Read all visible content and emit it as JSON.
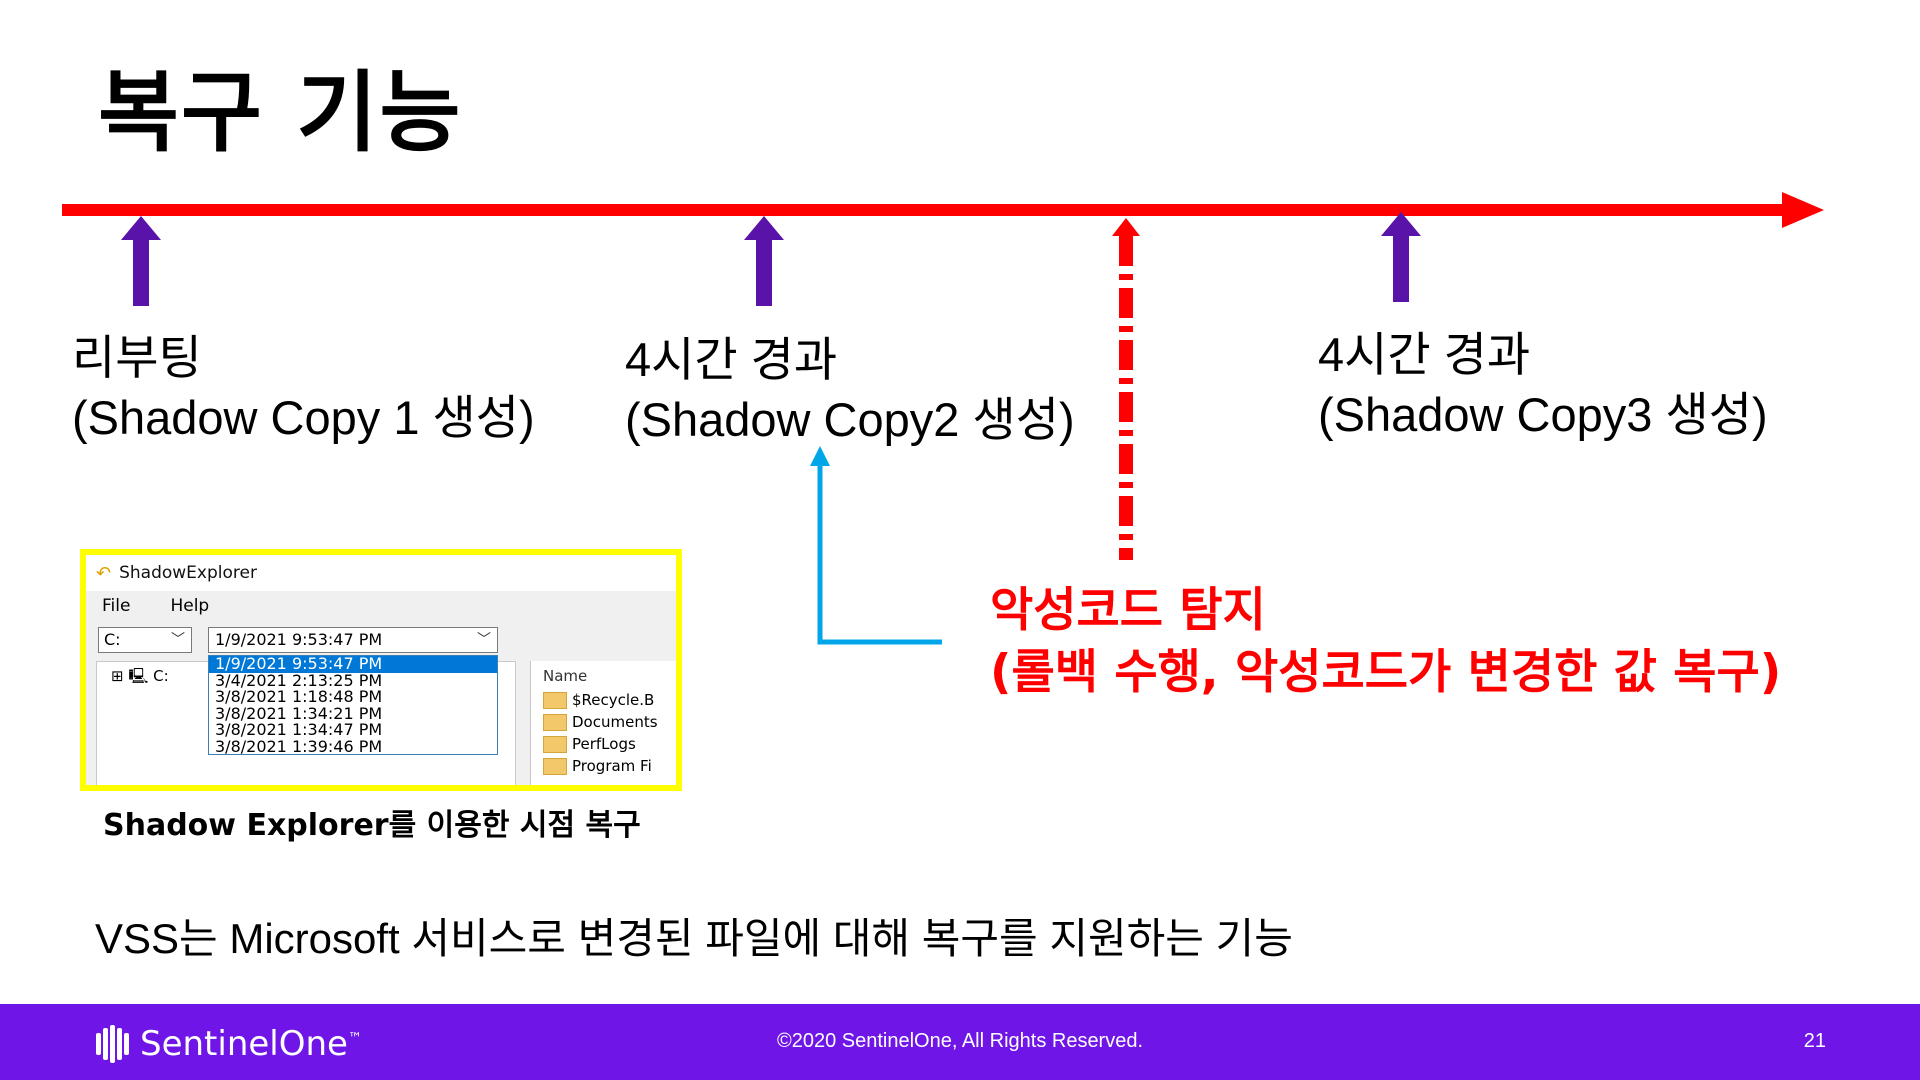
{
  "title": "복구 기능",
  "colors": {
    "timeline": "#ff0000",
    "marker": "#5a13a8",
    "detect": "#ff0000",
    "connector": "#00a6e8",
    "highlight": "#ffff00",
    "footer": "#6f15e8"
  },
  "timeline": {
    "events": [
      {
        "line1": "리부팅",
        "line2": "(Shadow Copy 1 생성)"
      },
      {
        "line1": "4시간 경과",
        "line2": "(Shadow Copy2 생성)"
      },
      {
        "line1": "4시간 경과",
        "line2": "(Shadow Copy3 생성)"
      }
    ],
    "detection": {
      "line1": "악성코드 탐지",
      "line2": "(롤백 수행, 악성코드가 변경한 값 복구)"
    }
  },
  "shadow_explorer": {
    "window_title": "ShadowExplorer",
    "menu": [
      "File",
      "Help"
    ],
    "drive": "C:",
    "selected_date": "1/9/2021 9:53:47 PM",
    "dates": [
      "1/9/2021 9:53:47 PM",
      "3/4/2021 2:13:25 PM",
      "3/8/2021 1:18:48 PM",
      "3/8/2021 1:34:21 PM",
      "3/8/2021 1:34:47 PM",
      "3/8/2021 1:39:46 PM"
    ],
    "tree_node": "C:",
    "files_header": "Name",
    "files": [
      "$Recycle.B",
      "Documents",
      "PerfLogs",
      "Program Fi"
    ],
    "caption": "Shadow Explorer를 이용한 시점 복구"
  },
  "description": "VSS는 Microsoft 서비스로 변경된 파일에 대해 복구를 지원하는 기능",
  "footer": {
    "brand": "SentinelOne",
    "copyright": "©2020 SentinelOne, All Rights Reserved.",
    "page": "21"
  }
}
